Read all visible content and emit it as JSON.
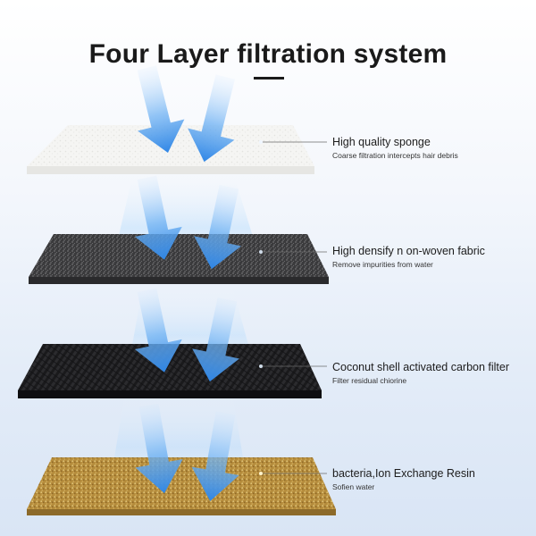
{
  "title": "Four Layer filtration system",
  "layers": [
    {
      "name": "High quality sponge",
      "description": "Coarse filtration intercepts hair debris"
    },
    {
      "name": "High densify n on-woven fabric",
      "description": "Remove impurities from water"
    },
    {
      "name": "Coconut shell activated carbon filter",
      "description": "Filter residual chiorine"
    },
    {
      "name": "bacteria,Ion Exchange Resin",
      "description": "Sofien water"
    }
  ],
  "colors": {
    "arrow": "#3d93ea",
    "sponge": "#f4f4f2",
    "fabric": "#3e3e40",
    "carbon": "#1d1d1f",
    "resin": "#b9913f"
  }
}
